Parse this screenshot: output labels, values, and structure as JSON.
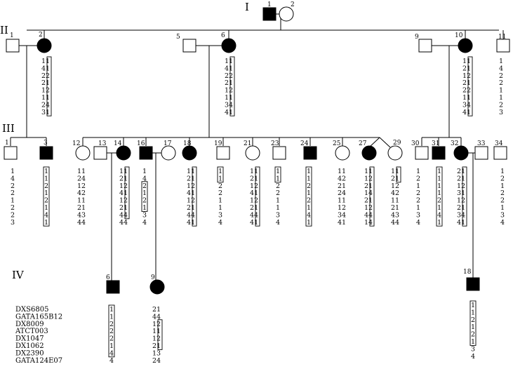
{
  "generation_labels": [
    "I",
    "II",
    "III",
    "IV"
  ],
  "markers": [
    "DXS6805",
    "GATA165B12",
    "DX8009",
    "ATCT003",
    "DX1047",
    "DX1062",
    "DX2390",
    "GATA124E07"
  ],
  "individuals": [
    {
      "id": "I-1",
      "number": "1",
      "sex": "male",
      "affected": true,
      "haplotype": []
    },
    {
      "id": "I-2",
      "number": "2",
      "sex": "female",
      "affected": false,
      "haplotype": []
    },
    {
      "id": "II-1",
      "number": "1",
      "sex": "male",
      "affected": false,
      "haplotype": []
    },
    {
      "id": "II-2",
      "number": "2",
      "sex": "female",
      "affected": true,
      "haplotype": [
        "11",
        "41",
        "22",
        "21",
        "12",
        "11",
        "24",
        "31"
      ]
    },
    {
      "id": "II-5",
      "number": "5",
      "sex": "male",
      "affected": false,
      "haplotype": []
    },
    {
      "id": "II-6",
      "number": "6",
      "sex": "female",
      "affected": true,
      "haplotype": [
        "11",
        "41",
        "22",
        "21",
        "12",
        "11",
        "34",
        "41"
      ]
    },
    {
      "id": "II-9",
      "number": "9",
      "sex": "male",
      "affected": false,
      "haplotype": []
    },
    {
      "id": "II-10",
      "number": "10",
      "sex": "female",
      "affected": true,
      "haplotype": [
        "11",
        "21",
        "12",
        "21",
        "22",
        "11",
        "34",
        "41"
      ]
    },
    {
      "id": "II-11",
      "number": "11",
      "sex": "male",
      "affected": false,
      "haplotype": [
        "1",
        "4",
        "2",
        "2",
        "1",
        "1",
        "2",
        "3"
      ]
    },
    {
      "id": "III-1",
      "number": "1",
      "sex": "male",
      "affected": false,
      "haplotype": [
        "1",
        "4",
        "2",
        "2",
        "1",
        "2",
        "2",
        "3"
      ]
    },
    {
      "id": "III-3",
      "number": "3",
      "sex": "male",
      "affected": true,
      "haplotype": [
        "1",
        "1",
        "2",
        "1",
        "2",
        "1",
        "4",
        "1"
      ]
    },
    {
      "id": "III-12",
      "number": "12",
      "sex": "female",
      "affected": false,
      "haplotype": [
        "11",
        "24",
        "12",
        "42",
        "11",
        "21",
        "43",
        "44"
      ]
    },
    {
      "id": "III-13",
      "number": "13",
      "sex": "male",
      "affected": false,
      "haplotype": []
    },
    {
      "id": "III-14",
      "number": "14",
      "sex": "female",
      "affected": true,
      "haplotype": [
        "11",
        "21",
        "12",
        "41",
        "12",
        "21",
        "44",
        "44"
      ]
    },
    {
      "id": "III-16",
      "number": "16",
      "sex": "male",
      "affected": true,
      "haplotype": [
        "1",
        "4",
        "2",
        "1",
        "2",
        "1",
        "3",
        "4"
      ]
    },
    {
      "id": "III-17",
      "number": "17",
      "sex": "female",
      "affected": false,
      "haplotype": []
    },
    {
      "id": "III-18",
      "number": "18",
      "sex": "female",
      "affected": true,
      "haplotype": [
        "11",
        "21",
        "12",
        "41",
        "12",
        "21",
        "44",
        "41"
      ]
    },
    {
      "id": "III-19",
      "number": "19",
      "sex": "male",
      "affected": false,
      "haplotype": [
        "1",
        "1",
        "2",
        "2",
        "1",
        "1",
        "3",
        "4"
      ]
    },
    {
      "id": "III-21",
      "number": "21",
      "sex": "female",
      "affected": false,
      "haplotype": [
        "11",
        "21",
        "12",
        "41",
        "12",
        "21",
        "44",
        "41"
      ]
    },
    {
      "id": "III-23",
      "number": "23",
      "sex": "male",
      "affected": false,
      "haplotype": [
        "1",
        "1",
        "2",
        "2",
        "1",
        "1",
        "3",
        "4"
      ]
    },
    {
      "id": "III-24",
      "number": "24",
      "sex": "male",
      "affected": true,
      "haplotype": [
        "1",
        "1",
        "2",
        "1",
        "2",
        "1",
        "4",
        "1"
      ]
    },
    {
      "id": "III-25",
      "number": "25",
      "sex": "female",
      "affected": false,
      "haplotype": [
        "11",
        "42",
        "21",
        "24",
        "11",
        "12",
        "34",
        "41"
      ]
    },
    {
      "id": "III-27",
      "number": "27",
      "sex": "female",
      "affected": true,
      "haplotype": [
        "11",
        "12",
        "21",
        "14",
        "21",
        "12",
        "44",
        "14"
      ]
    },
    {
      "id": "III-29",
      "number": "29",
      "sex": "female",
      "affected": false,
      "haplotype": [
        "11",
        "21",
        "12",
        "42",
        "11",
        "21",
        "43",
        "44"
      ]
    },
    {
      "id": "III-30",
      "number": "30",
      "sex": "male",
      "affected": false,
      "haplotype": [
        "1",
        "2",
        "1",
        "2",
        "2",
        "1",
        "3",
        "4"
      ]
    },
    {
      "id": "III-31",
      "number": "31",
      "sex": "male",
      "affected": true,
      "haplotype": [
        "1",
        "1",
        "1",
        "1",
        "2",
        "1",
        "4",
        "1"
      ]
    },
    {
      "id": "III-32",
      "number": "32",
      "sex": "female",
      "affected": true,
      "haplotype": [
        "21",
        "21",
        "12",
        "31",
        "12",
        "21",
        "34",
        "41"
      ]
    },
    {
      "id": "III-33",
      "number": "33",
      "sex": "male",
      "affected": false,
      "haplotype": []
    },
    {
      "id": "III-34",
      "number": "34",
      "sex": "male",
      "affected": false,
      "haplotype": [
        "1",
        "2",
        "1",
        "2",
        "2",
        "1",
        "3",
        "4"
      ]
    },
    {
      "id": "IV-6",
      "number": "6",
      "sex": "male",
      "affected": true,
      "haplotype": [
        "1",
        "1",
        "2",
        "2",
        "2",
        "1",
        "4",
        "4"
      ]
    },
    {
      "id": "IV-9",
      "number": "9",
      "sex": "female",
      "affected": true,
      "haplotype": [
        "21",
        "44",
        "12",
        "11",
        "12",
        "21",
        "13",
        "24"
      ]
    },
    {
      "id": "IV-18",
      "number": "18",
      "sex": "male",
      "affected": true,
      "haplotype": [
        "1",
        "1",
        "2",
        "1",
        "2",
        "1",
        "3",
        "4"
      ]
    }
  ]
}
